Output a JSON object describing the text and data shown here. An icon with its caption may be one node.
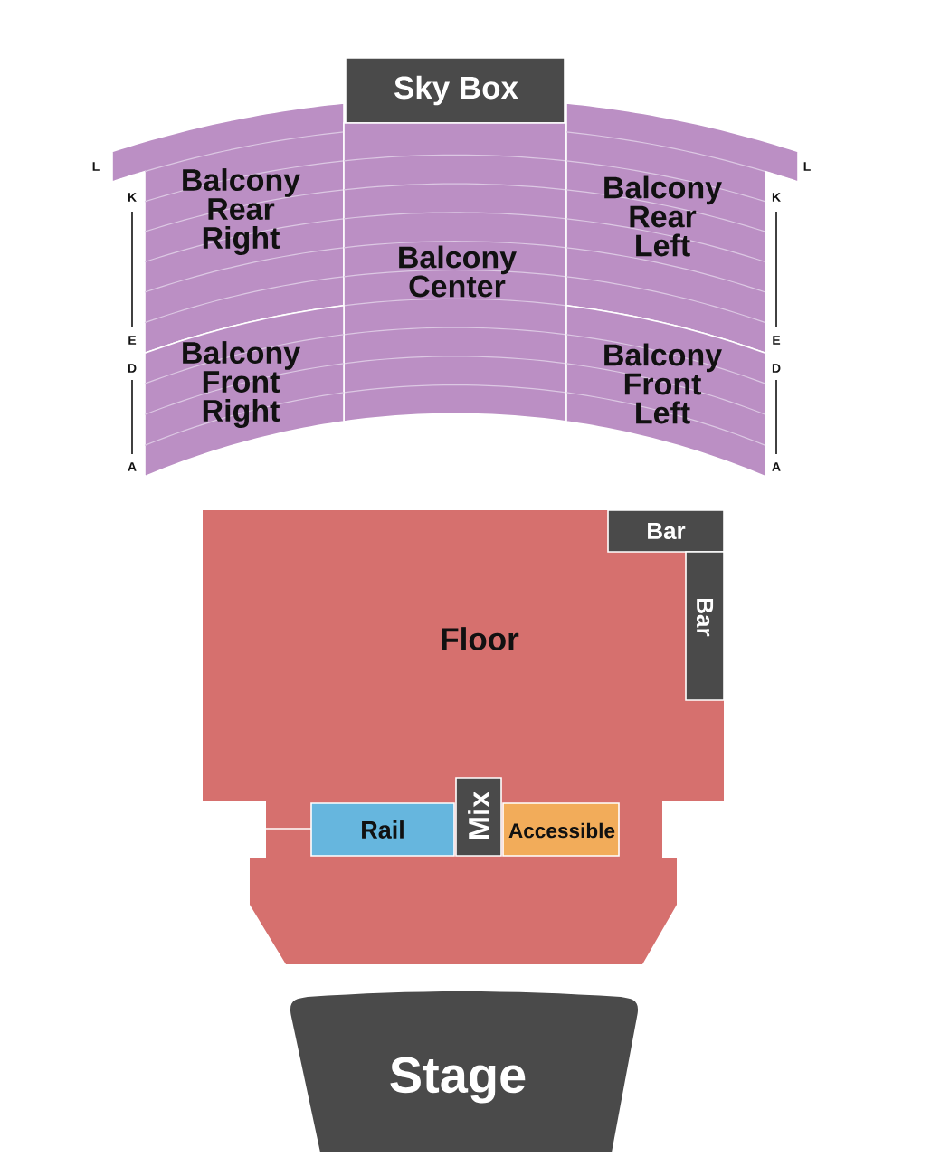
{
  "diagram": {
    "nodes": [
      {
        "text": [
          "Sky Box"
        ]
      },
      {
        "text": [
          "Balcony Rear Right"
        ]
      },
      {
        "text": [
          "Balcony Center"
        ]
      },
      {
        "text": [
          "Balcony Rear Left"
        ]
      },
      {
        "text": [
          "Balcony Front Right"
        ]
      },
      {
        "text": [
          "Balcony Front Left"
        ]
      },
      {
        "text": [
          "Floor"
        ]
      },
      {
        "text": [
          "Bar"
        ],
        "in": 6
      },
      {
        "text": [
          "Bar"
        ],
        "in": 6
      },
      {
        "text": [
          "Rail"
        ],
        "in": 6
      },
      {
        "text": [
          "Mix"
        ],
        "in": 6
      },
      {
        "text": [
          "Accessible"
        ],
        "in": 6
      },
      {
        "text": [
          "Stage"
        ]
      }
    ],
    "labels": [
      "L",
      "L",
      "K",
      "K",
      "E",
      "E",
      "D",
      "D",
      "A",
      "A"
    ]
  }
}
